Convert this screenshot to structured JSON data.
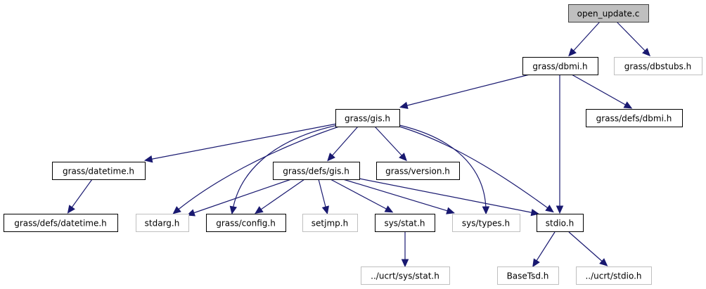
{
  "diagram": {
    "type": "include-dependency-graph",
    "edge_color": "#191970",
    "nodes": [
      {
        "id": "open_update_c",
        "label": "open_update.c",
        "kind": "main"
      },
      {
        "id": "grass_dbmi_h",
        "label": "grass/dbmi.h",
        "kind": "doc"
      },
      {
        "id": "grass_dbstubs_h",
        "label": "grass/dbstubs.h",
        "kind": "ext"
      },
      {
        "id": "grass_gis_h",
        "label": "grass/gis.h",
        "kind": "doc"
      },
      {
        "id": "grass_defs_dbmi_h",
        "label": "grass/defs/dbmi.h",
        "kind": "doc"
      },
      {
        "id": "grass_datetime_h",
        "label": "grass/datetime.h",
        "kind": "doc"
      },
      {
        "id": "grass_defs_gis_h",
        "label": "grass/defs/gis.h",
        "kind": "doc"
      },
      {
        "id": "grass_version_h",
        "label": "grass/version.h",
        "kind": "doc"
      },
      {
        "id": "grass_defs_datetime_h",
        "label": "grass/defs/datetime.h",
        "kind": "doc"
      },
      {
        "id": "stdarg_h",
        "label": "stdarg.h",
        "kind": "ext"
      },
      {
        "id": "grass_config_h",
        "label": "grass/config.h",
        "kind": "doc"
      },
      {
        "id": "setjmp_h",
        "label": "setjmp.h",
        "kind": "ext"
      },
      {
        "id": "sys_stat_h",
        "label": "sys/stat.h",
        "kind": "doc"
      },
      {
        "id": "sys_types_h",
        "label": "sys/types.h",
        "kind": "ext"
      },
      {
        "id": "stdio_h",
        "label": "stdio.h",
        "kind": "doc"
      },
      {
        "id": "ucrt_sys_stat_h",
        "label": "../ucrt/sys/stat.h",
        "kind": "ext"
      },
      {
        "id": "basetsd_h",
        "label": "BaseTsd.h",
        "kind": "ext"
      },
      {
        "id": "ucrt_stdio_h",
        "label": "../ucrt/stdio.h",
        "kind": "ext"
      }
    ],
    "edges": [
      {
        "from": "open_update_c",
        "to": "grass_dbmi_h"
      },
      {
        "from": "open_update_c",
        "to": "grass_dbstubs_h"
      },
      {
        "from": "grass_dbmi_h",
        "to": "grass_gis_h"
      },
      {
        "from": "grass_dbmi_h",
        "to": "stdio_h"
      },
      {
        "from": "grass_dbmi_h",
        "to": "grass_defs_dbmi_h"
      },
      {
        "from": "grass_gis_h",
        "to": "grass_datetime_h"
      },
      {
        "from": "grass_gis_h",
        "to": "stdarg_h"
      },
      {
        "from": "grass_gis_h",
        "to": "grass_config_h"
      },
      {
        "from": "grass_gis_h",
        "to": "grass_defs_gis_h"
      },
      {
        "from": "grass_gis_h",
        "to": "grass_version_h"
      },
      {
        "from": "grass_gis_h",
        "to": "sys_types_h"
      },
      {
        "from": "grass_gis_h",
        "to": "stdio_h"
      },
      {
        "from": "grass_datetime_h",
        "to": "grass_defs_datetime_h"
      },
      {
        "from": "grass_defs_gis_h",
        "to": "stdarg_h"
      },
      {
        "from": "grass_defs_gis_h",
        "to": "grass_config_h"
      },
      {
        "from": "grass_defs_gis_h",
        "to": "setjmp_h"
      },
      {
        "from": "grass_defs_gis_h",
        "to": "sys_stat_h"
      },
      {
        "from": "grass_defs_gis_h",
        "to": "sys_types_h"
      },
      {
        "from": "grass_defs_gis_h",
        "to": "stdio_h"
      },
      {
        "from": "sys_stat_h",
        "to": "ucrt_sys_stat_h"
      },
      {
        "from": "stdio_h",
        "to": "basetsd_h"
      },
      {
        "from": "stdio_h",
        "to": "ucrt_stdio_h"
      }
    ]
  }
}
